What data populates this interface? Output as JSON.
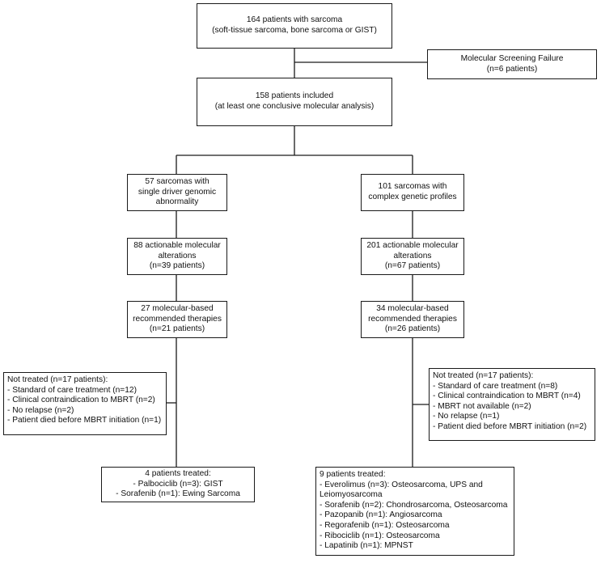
{
  "nodes": {
    "start": {
      "lines": [
        "164 patients with sarcoma",
        "(soft-tissue sarcoma, bone sarcoma or GIST)"
      ]
    },
    "screening_failure": {
      "lines": [
        "Molecular Screening Failure",
        "(n=6 patients)"
      ]
    },
    "included": {
      "lines": [
        "158 patients  included",
        "(at least one conclusive molecular analysis)"
      ]
    },
    "single_driver": {
      "lines": [
        "57 sarcomas with",
        "single driver genomic",
        "abnormality"
      ]
    },
    "complex": {
      "lines": [
        "101 sarcomas with",
        "complex genetic profiles"
      ]
    },
    "alterations_left": {
      "lines": [
        "88 actionable molecular",
        "alterations",
        "(n=39 patients)"
      ]
    },
    "alterations_right": {
      "lines": [
        "201 actionable molecular",
        "alterations",
        "(n=67 patients)"
      ]
    },
    "therapies_left": {
      "lines": [
        "27 molecular-based",
        "recommended therapies",
        "(n=21 patients)"
      ]
    },
    "therapies_right": {
      "lines": [
        "34 molecular-based",
        "recommended therapies",
        "(n=26 patients)"
      ]
    },
    "not_treated_left": {
      "lines": [
        "Not treated (n=17 patients):",
        "- Standard of care treatment (n=12)",
        "- Clinical contraindication to MBRT (n=2)",
        "- No relapse (n=2)",
        "- Patient died before MBRT initiation (n=1)"
      ]
    },
    "not_treated_right": {
      "lines": [
        "Not treated (n=17 patients):",
        "- Standard of care treatment (n=8)",
        "- Clinical contraindication to MBRT (n=4)",
        "- MBRT not available (n=2)",
        "- No relapse (n=1)",
        "- Patient died before MBRT initiation (n=2)"
      ]
    },
    "treated_left": {
      "lines": [
        "4 patients treated:",
        "- Palbociclib (n=3): GIST",
        "- Sorafenib (n=1): Ewing Sarcoma"
      ]
    },
    "treated_right": {
      "lines": [
        "9 patients treated:",
        "- Everolimus (n=3): Osteosarcoma, UPS and Leiomyosarcoma",
        "- Sorafenib (n=2): Chondrosarcoma, Osteosarcoma",
        "- Pazopanib (n=1): Angiosarcoma",
        "- Regorafenib (n=1): Osteosarcoma",
        "- Ribociclib (n=1): Osteosarcoma",
        "- Lapatinib (n=1): MPNST"
      ]
    }
  }
}
